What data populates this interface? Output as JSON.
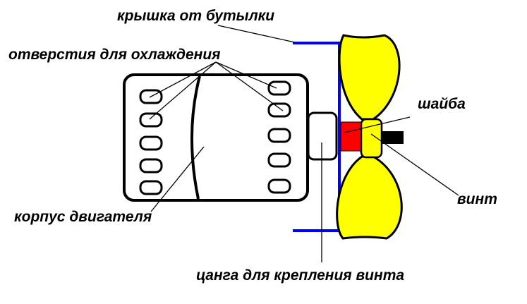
{
  "labels": {
    "bottle_cap": "крышка от бутылки",
    "cooling_holes": "отверстия для охлаждения",
    "washer": "шайба",
    "propeller": "винт",
    "motor_body": "корпус двигателя",
    "collet": "цанга для крепления винта"
  },
  "colors": {
    "cap": "#0000ff",
    "propeller": "#ffff00",
    "washer": "#ff0000",
    "lines": "#000000",
    "background": "#ffffff"
  }
}
